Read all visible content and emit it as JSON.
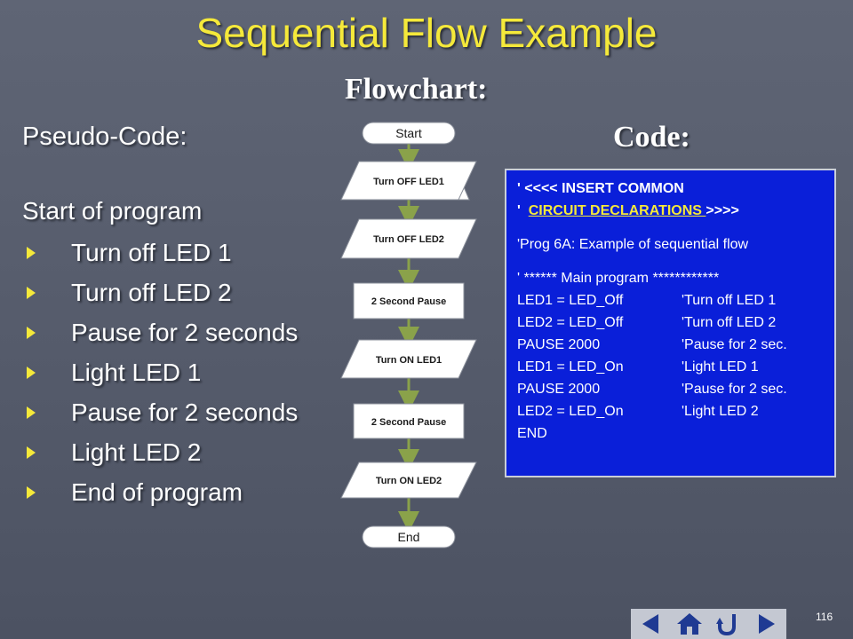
{
  "slide": {
    "title": "Sequential Flow Example",
    "flowchart_heading": "Flowchart:",
    "code_heading": "Code:",
    "page_number": "116"
  },
  "pseudocode": {
    "heading": "Pseudo-Code:",
    "start": "Start of program",
    "items": [
      "Turn off LED 1",
      "Turn off LED 2",
      "Pause for 2 seconds",
      "Light LED 1",
      "Pause for 2 seconds",
      "Light LED 2",
      "End of program"
    ]
  },
  "flowchart": {
    "start": "Start",
    "steps": [
      "Turn OFF LED1",
      "Turn OFF LED2",
      "2 Second Pause",
      "Turn ON LED1",
      "2 Second Pause",
      "Turn ON LED2"
    ],
    "end": "End"
  },
  "code": {
    "header_line1": "' <<<< INSERT COMMON",
    "header_line2_prefix": "'  ",
    "header_link": "CIRCUIT DECLARATIONS ",
    "header_line2_suffix": ">>>>",
    "prog_comment": "'Prog 6A: Example of sequential flow",
    "main_comment": "' ****** Main program ************",
    "lines": [
      {
        "stmt": "LED1 = LED_Off",
        "comment": "'Turn off LED 1"
      },
      {
        "stmt": "LED2 = LED_Off",
        "comment": "'Turn off LED 2"
      },
      {
        "stmt": "PAUSE 2000",
        "comment": "'Pause for 2 sec."
      },
      {
        "stmt": "LED1 = LED_On",
        "comment": "'Light LED 1"
      },
      {
        "stmt": "PAUSE 2000",
        "comment": "'Pause for 2 sec."
      },
      {
        "stmt": "LED2 = LED_On",
        "comment": "'Light LED 2"
      }
    ],
    "end": "END"
  },
  "nav": {
    "prev_icon": "triangle-left-icon",
    "home_icon": "home-icon",
    "return_icon": "return-arrow-icon",
    "next_icon": "triangle-right-icon"
  },
  "colors": {
    "title_yellow": "#f5e93a",
    "code_blue": "#0a1fd9",
    "shape_fill": "#ffffff",
    "connector": "#8aa24a"
  }
}
